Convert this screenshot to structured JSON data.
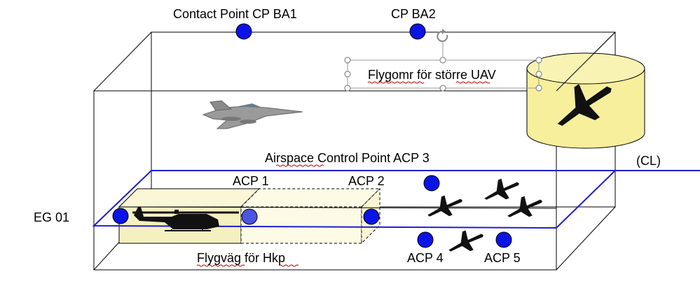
{
  "labels": {
    "cp_ba1": "Contact Point CP BA1",
    "cp_ba2": "CP BA2",
    "uav_area": "Flygomr för större UAV",
    "acp3": "Airspace Control Point ACP 3",
    "cl": "(CL)",
    "acp1": "ACP 1",
    "acp2": "ACP 2",
    "eg01": "EG 01",
    "hkp_route": "Flygväg för Hkp",
    "acp4": "ACP 4",
    "acp5": "ACP 5"
  },
  "colors": {
    "point_blue": "#0a14e6",
    "plane_blue": "#1f1fd0",
    "corridor_yellow": "#f5f0c0",
    "cylinder_yellow": "#f7ef9c"
  },
  "icons": {
    "fighter": "fighter-jet-icon",
    "helicopter": "helicopter-icon",
    "uav": "uav-icon"
  }
}
